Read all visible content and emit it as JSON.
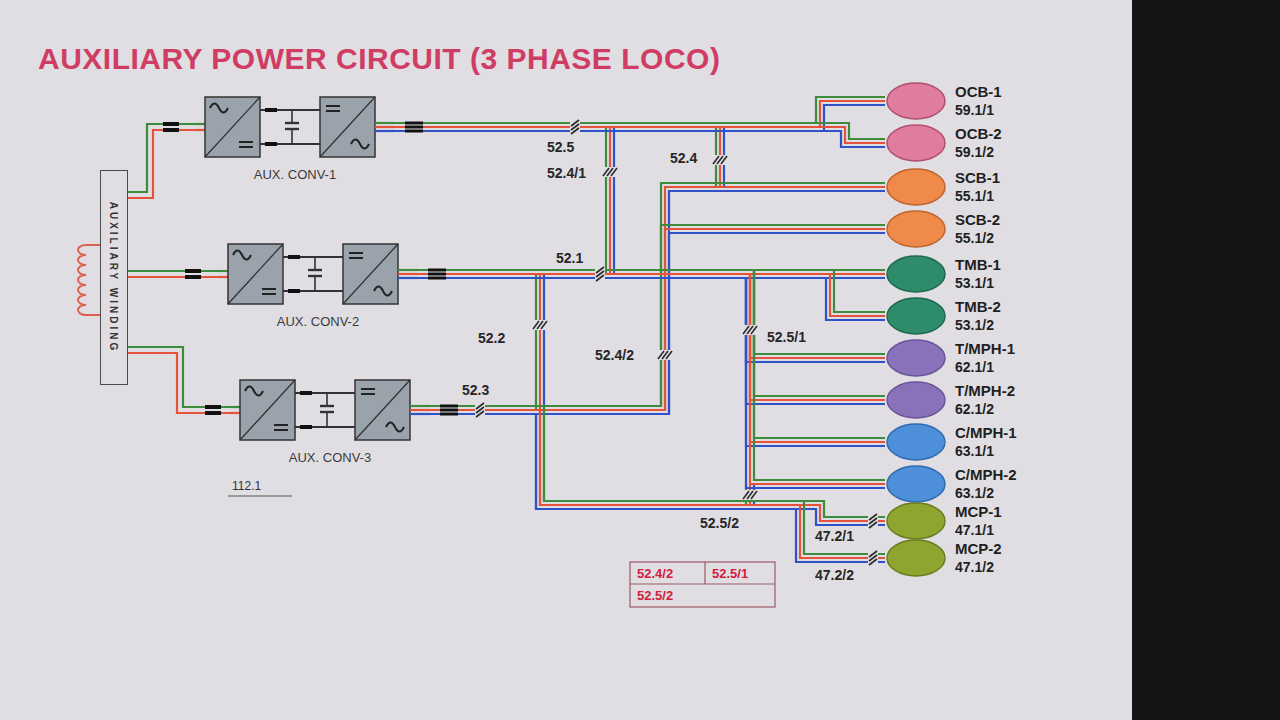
{
  "diagram": {
    "title": "AUXILIARY POWER CIRCUIT (3 PHASE LOCO)",
    "nodes": [
      {
        "text": [
          "AUXILIARY WINDING"
        ]
      },
      {
        "text": [
          "AUX. CONV-1"
        ]
      },
      {
        "text": [
          "AUX. CONV-2"
        ]
      },
      {
        "text": [
          "AUX. CONV-3"
        ]
      },
      {
        "text": [
          "OCB-1",
          "59.1/1"
        ]
      },
      {
        "text": [
          "OCB-2",
          "59.1/2"
        ]
      },
      {
        "text": [
          "SCB-1",
          "55.1/1"
        ]
      },
      {
        "text": [
          "SCB-2",
          "55.1/2"
        ]
      },
      {
        "text": [
          "TMB-1",
          "53.1/1"
        ]
      },
      {
        "text": [
          "TMB-2",
          "53.1/2"
        ]
      },
      {
        "text": [
          "T/MPH-1",
          "62.1/1"
        ]
      },
      {
        "text": [
          "T/MPH-2",
          "62.1/2"
        ]
      },
      {
        "text": [
          "C/MPH-1",
          "63.1/1"
        ]
      },
      {
        "text": [
          "C/MPH-2",
          "63.1/2"
        ]
      },
      {
        "text": [
          "MCP-1",
          "47.1/1"
        ]
      },
      {
        "text": [
          "MCP-2",
          "47.1/2"
        ]
      }
    ],
    "edges": [
      {
        "from": 0,
        "to": 1,
        "arrow": "none"
      },
      {
        "from": 0,
        "to": 2,
        "arrow": "none"
      },
      {
        "from": 0,
        "to": 3,
        "arrow": "none"
      },
      {
        "from": 1,
        "to": 4,
        "arrow": "none"
      },
      {
        "from": 1,
        "to": 5,
        "arrow": "none"
      },
      {
        "from": 3,
        "to": 6,
        "arrow": "none"
      },
      {
        "from": 3,
        "to": 7,
        "arrow": "none"
      },
      {
        "from": 2,
        "to": 8,
        "arrow": "none"
      },
      {
        "from": 2,
        "to": 9,
        "arrow": "none"
      },
      {
        "from": 2,
        "to": 10,
        "arrow": "none"
      },
      {
        "from": 2,
        "to": 11,
        "arrow": "none"
      },
      {
        "from": 2,
        "to": 12,
        "arrow": "none"
      },
      {
        "from": 2,
        "to": 13,
        "arrow": "none"
      },
      {
        "from": 3,
        "to": 14,
        "arrow": "none"
      },
      {
        "from": 3,
        "to": 15,
        "arrow": "none"
      }
    ],
    "labels": [
      "52.5",
      "52.4/1",
      "52.4",
      "52.1",
      "52.2",
      "52.4/2",
      "52.5/1",
      "52.3",
      "52.5/2",
      "47.2/1",
      "47.2/2",
      "112.1",
      "52.4/2",
      "52.5/1",
      "52.5/2"
    ]
  }
}
